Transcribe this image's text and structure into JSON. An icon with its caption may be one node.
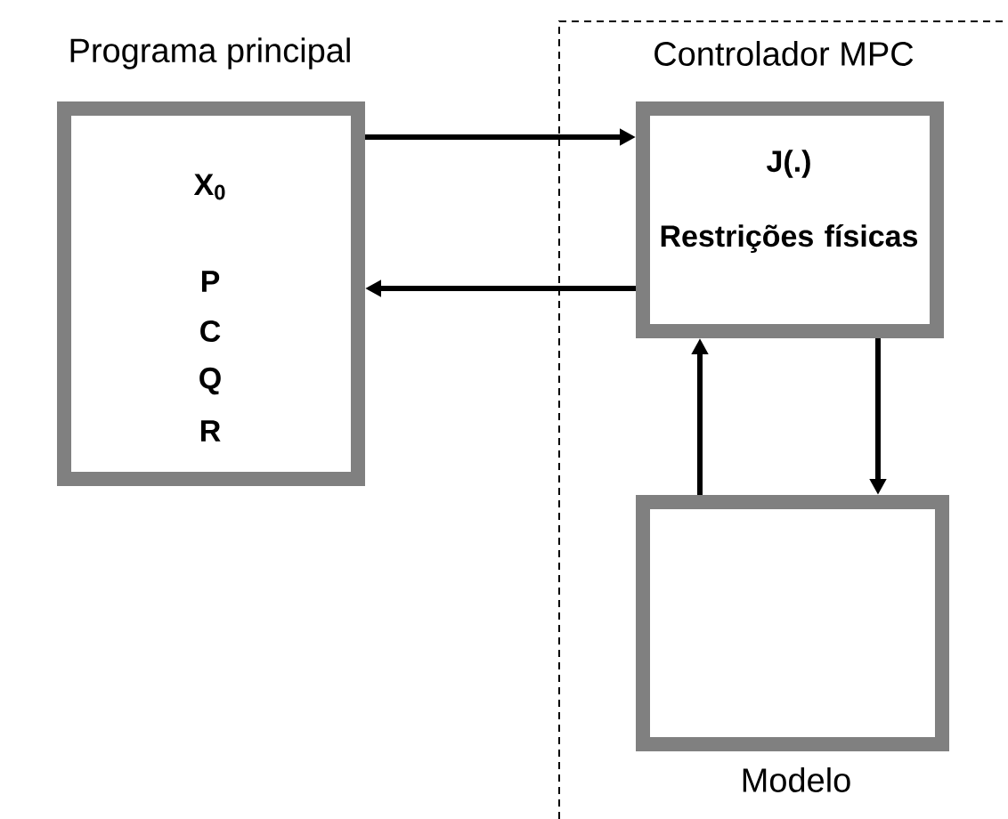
{
  "diagram": {
    "nodes": [
      {
        "text": [
          "Programa principal",
          "X$_{0}$",
          "P",
          "C",
          "Q",
          "R"
        ]
      },
      {
        "text": [
          "Controlador MPC",
          "J(.)",
          "Restrições físicas"
        ]
      },
      {
        "text": [
          "Modelo"
        ]
      }
    ],
    "edges": [
      {
        "from": 0,
        "to": 1,
        "arrow": "to"
      },
      {
        "from": 1,
        "to": 0,
        "arrow": "to"
      },
      {
        "from": 2,
        "to": 1,
        "arrow": "to"
      },
      {
        "from": 1,
        "to": 2,
        "arrow": "to"
      }
    ]
  }
}
